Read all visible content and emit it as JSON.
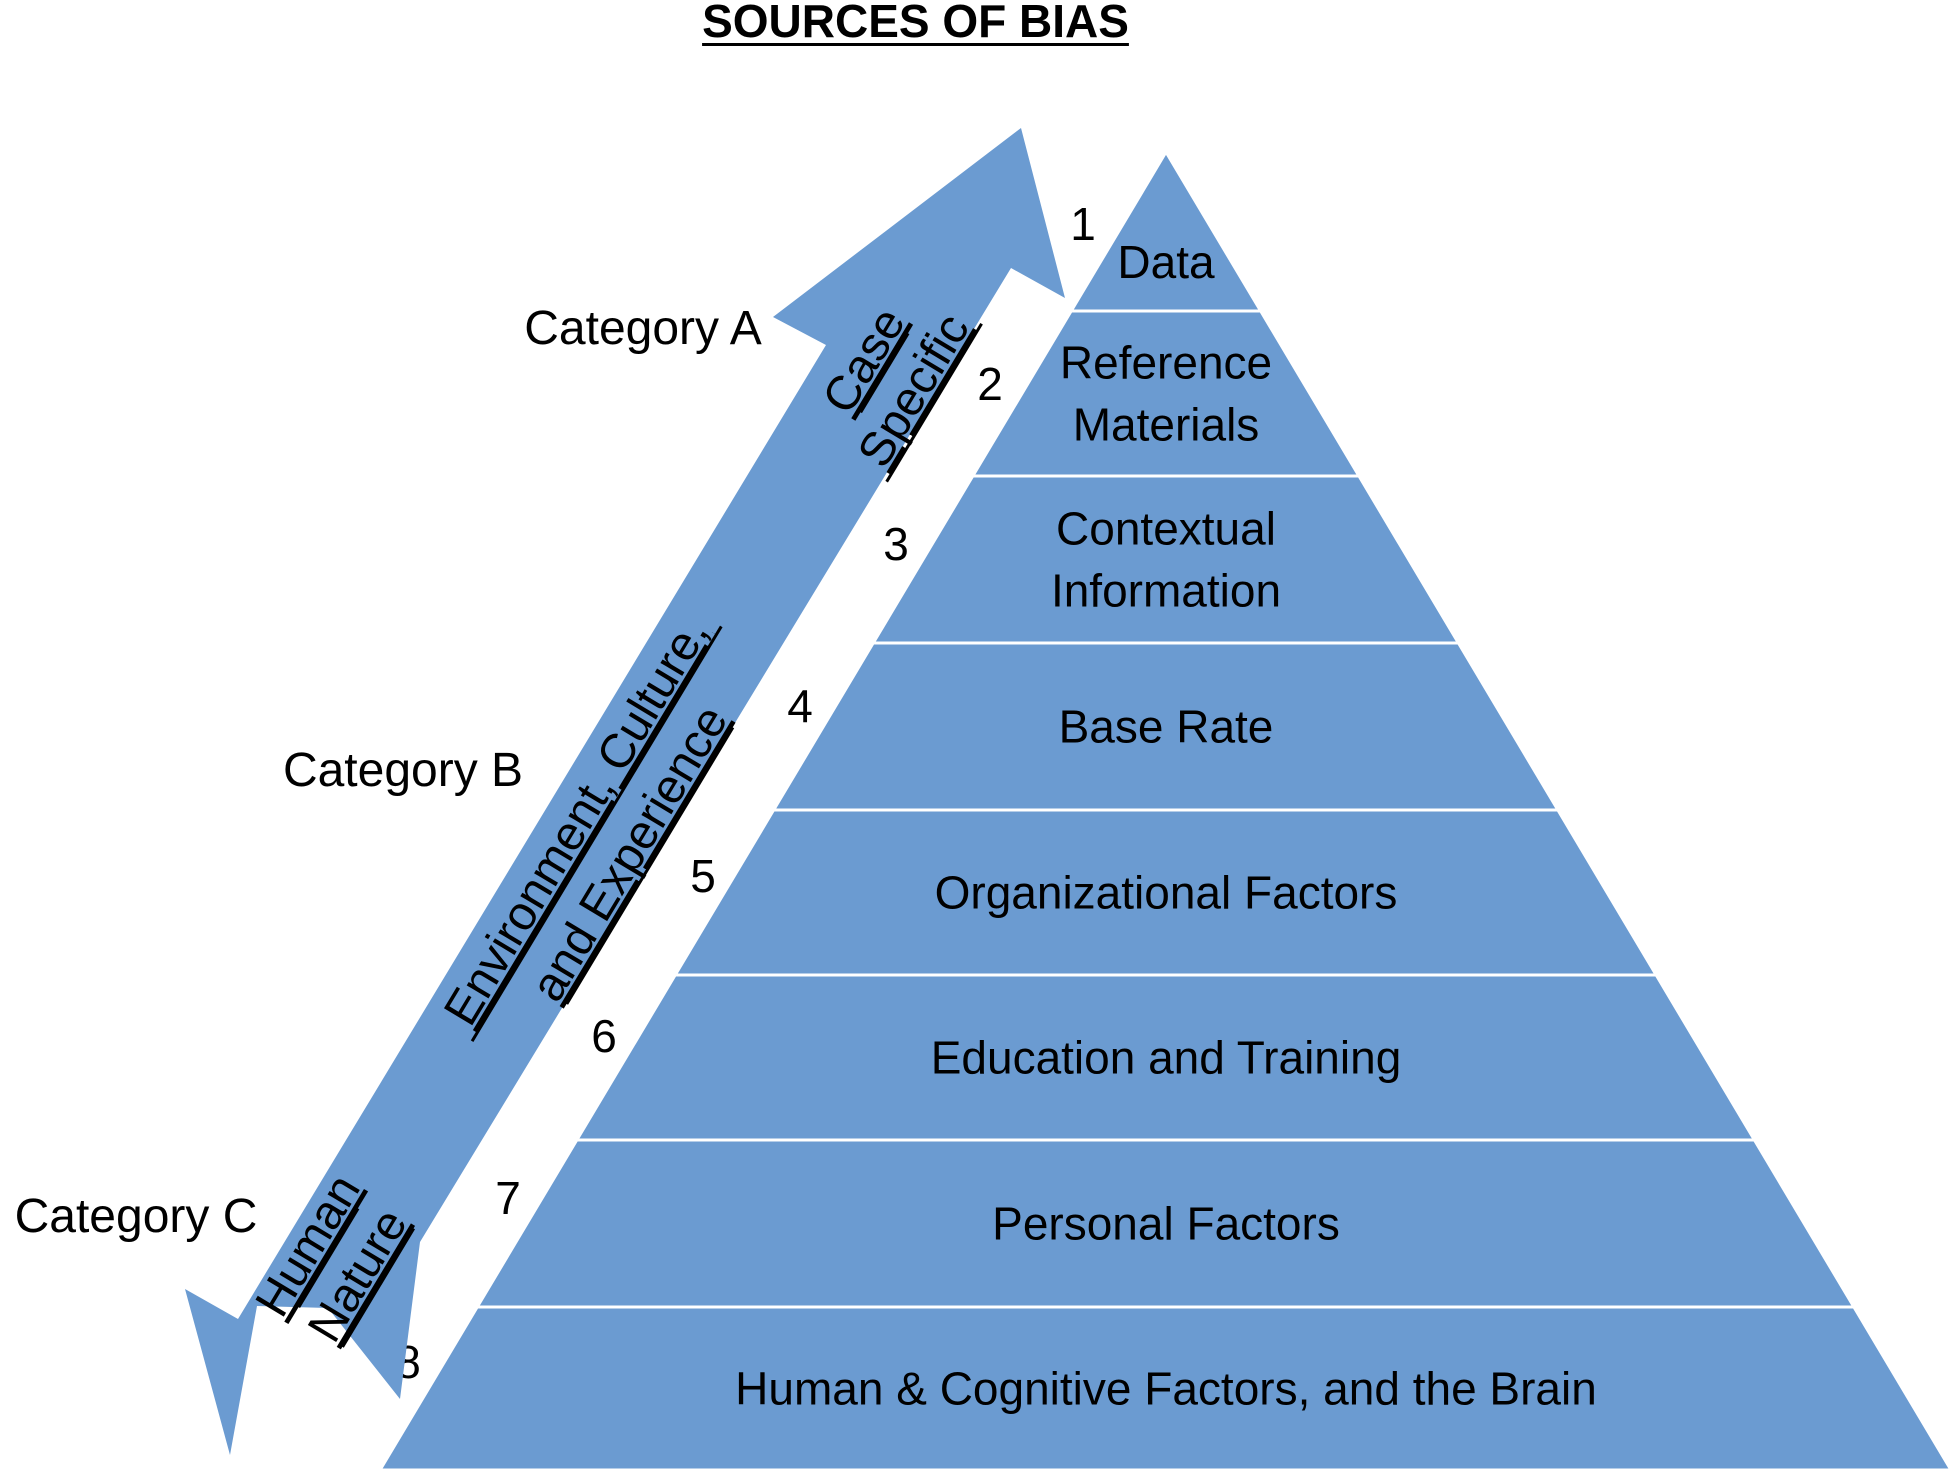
{
  "title": "SOURCES OF BIAS",
  "levels": [
    {
      "number": "1",
      "label": [
        "Data"
      ]
    },
    {
      "number": "2",
      "label": [
        "Reference",
        "Materials"
      ]
    },
    {
      "number": "3",
      "label": [
        "Contextual",
        "Information"
      ]
    },
    {
      "number": "4",
      "label": [
        "Base Rate"
      ]
    },
    {
      "number": "5",
      "label": [
        "Organizational Factors"
      ]
    },
    {
      "number": "6",
      "label": [
        "Education and Training"
      ]
    },
    {
      "number": "7",
      "label": [
        "Personal Factors"
      ]
    },
    {
      "number": "8",
      "label": [
        "Human & Cognitive Factors, and the Brain"
      ]
    }
  ],
  "categories": [
    {
      "label": "Category A",
      "arrow_text": [
        "Case",
        "Specific"
      ]
    },
    {
      "label": "Category B",
      "arrow_text": [
        "Environment, Culture,",
        "and Experience"
      ]
    },
    {
      "label": "Category C",
      "arrow_text": [
        "Human",
        "Nature"
      ]
    }
  ],
  "colors": {
    "fill": "#6b9bd1",
    "stroke": "#ffffff",
    "text": "#000000"
  }
}
